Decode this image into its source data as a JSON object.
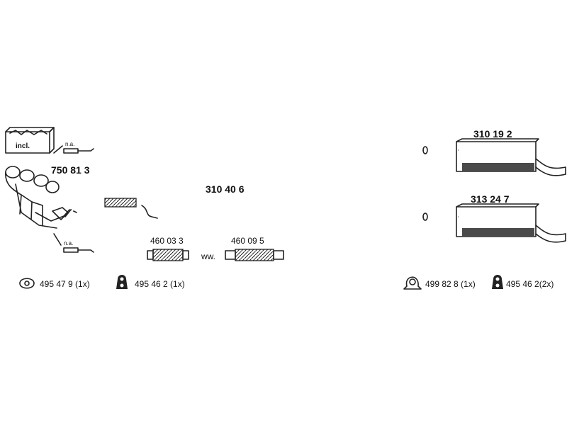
{
  "manifold": {
    "part": "750 81 3",
    "incl_label": "incl.",
    "na_top": "n.a.",
    "na_bottom": "n.a."
  },
  "middle_pipe": {
    "part": "310 40 6"
  },
  "flex_left": {
    "part": "460 03 3"
  },
  "flex_right": {
    "part": "460 09 5"
  },
  "ww_label": "ww.",
  "rear_silencer_top": {
    "part": "310 19 2"
  },
  "rear_silencer_bottom": {
    "part": "313 24 7"
  },
  "legend": {
    "left_gasket": "495 47 9 (1x)",
    "left_rubber": "495 46 2 (1x)",
    "right_clamp": "499 82 8 (1x)",
    "right_rubber": "495 46 2(2x)"
  },
  "colors": {
    "line": "#222222",
    "shade": "#4a4a4a",
    "background": "#ffffff"
  }
}
